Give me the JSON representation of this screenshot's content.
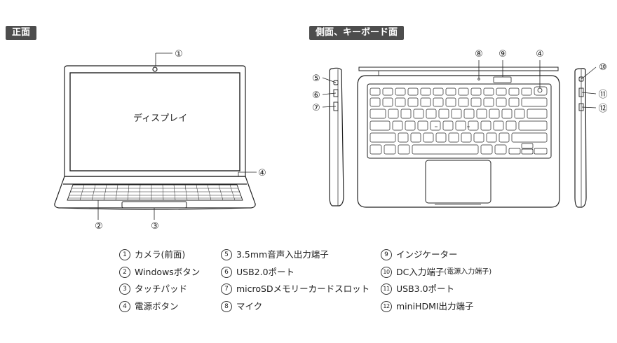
{
  "sections": {
    "front": "正面",
    "side_keyboard": "側面、キーボード面"
  },
  "display_label": "ディスプレイ",
  "callouts": [
    "①",
    "②",
    "③",
    "④",
    "⑤",
    "⑥",
    "⑦",
    "⑧",
    "⑨",
    "④",
    "⑩",
    "⑪",
    "⑫"
  ],
  "legend": {
    "col1": [
      {
        "num": "1",
        "text": "カメラ(前面)"
      },
      {
        "num": "2",
        "text": "Windowsボタン"
      },
      {
        "num": "3",
        "text": "タッチパッド"
      },
      {
        "num": "4",
        "text": "電源ボタン"
      }
    ],
    "col2": [
      {
        "num": "5",
        "text": "3.5mm音声入出力端子"
      },
      {
        "num": "6",
        "text": "USB2.0ポート"
      },
      {
        "num": "7",
        "text": "microSDメモリーカードスロット"
      },
      {
        "num": "8",
        "text": "マイク"
      }
    ],
    "col3": [
      {
        "num": "9",
        "text": "インジケーター"
      },
      {
        "num": "10",
        "text": "DC入力端子",
        "note": "(電源入力端子)"
      },
      {
        "num": "11",
        "text": "USB3.0ポート"
      },
      {
        "num": "12",
        "text": "miniHDMI出力端子"
      }
    ]
  }
}
